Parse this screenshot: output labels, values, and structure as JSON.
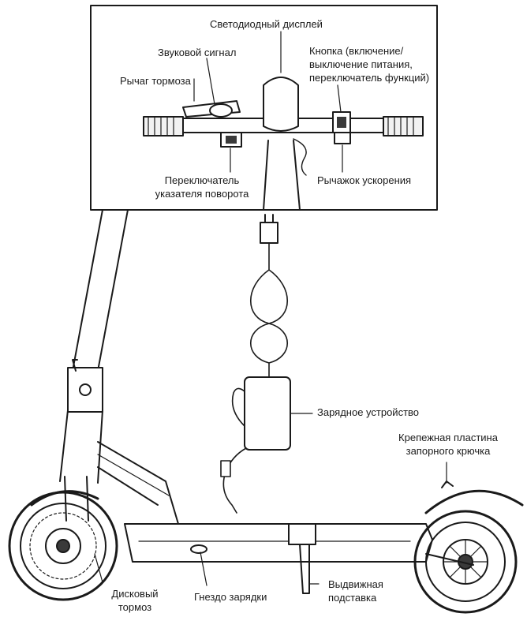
{
  "labels": {
    "led_display": "Светодиодный дисплей",
    "horn": "Звуковой сигнал",
    "brake_lever": "Рычаг тормоза",
    "power_button": [
      "Кнопка (включение/",
      "выключение питания,",
      "переключатель функций)"
    ],
    "turn_signal_switch": [
      "Переключатель",
      "указателя поворота"
    ],
    "throttle": "Рычажок ускорения",
    "charger": "Зарядное устройство",
    "hook_plate": [
      "Крепежная пластина",
      "запорного крючка"
    ],
    "disc_brake": [
      "Дисковый",
      "тормоз"
    ],
    "charging_port": "Гнездо зарядки",
    "kickstand": [
      "Выдвижная",
      "подставка"
    ]
  },
  "colors": {
    "ink": "#1a1a1a",
    "paper": "#ffffff",
    "fill_light": "#f2f2f2",
    "fill_dark": "#3a3a3a"
  }
}
